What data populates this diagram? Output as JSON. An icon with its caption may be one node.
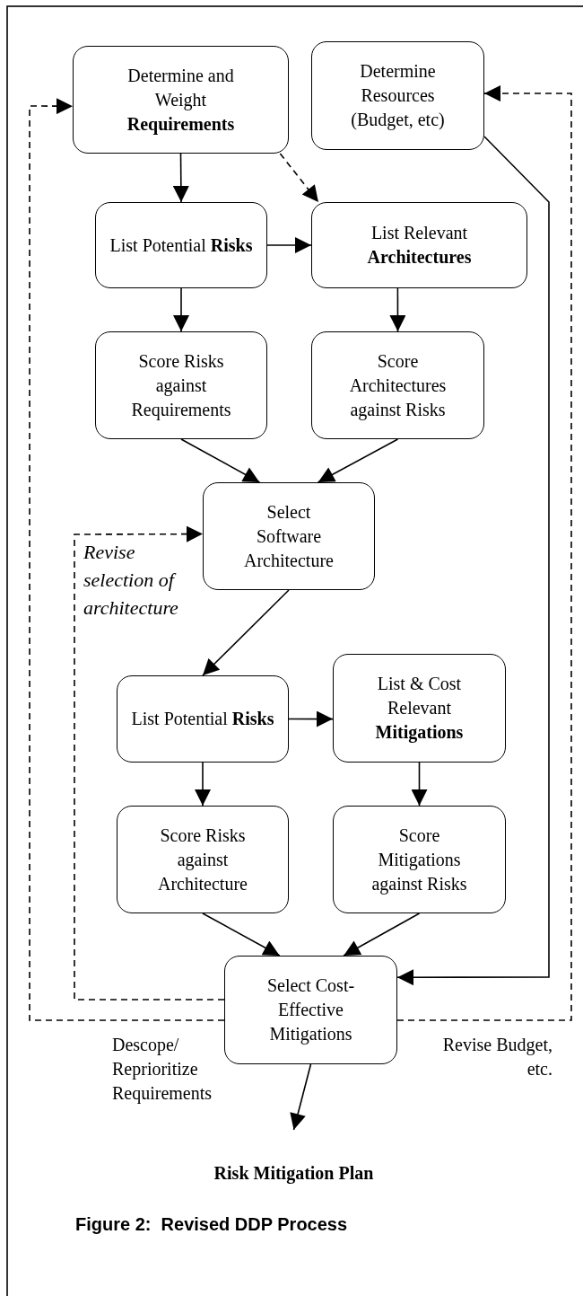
{
  "diagram": {
    "caption": "Figure 2:  Revised DDP Process",
    "nodes": [
      {
        "text": [
          "Determine and Weight **Requirements**"
        ]
      },
      {
        "text": [
          "Determine Resources (Budget, etc)"
        ]
      },
      {
        "text": [
          "List Potential **Risks**"
        ]
      },
      {
        "text": [
          "List Relevant **Architectures**"
        ]
      },
      {
        "text": [
          "Score Risks against Requirements"
        ]
      },
      {
        "text": [
          "Score Architectures against Risks"
        ]
      },
      {
        "text": [
          "Select Software Architecture"
        ]
      },
      {
        "text": [
          "List Potential **Risks**"
        ]
      },
      {
        "text": [
          "List & Cost Relevant **Mitigations**"
        ]
      },
      {
        "text": [
          "Score Risks against Architecture"
        ]
      },
      {
        "text": [
          "Score Mitigations against Risks"
        ]
      },
      {
        "text": [
          "Select Cost-Effective Mitigations"
        ]
      },
      {
        "text": [
          "Risk Mitigation Plan"
        ]
      }
    ],
    "edges": [
      {
        "from": 0,
        "to": 2,
        "arrow": "to"
      },
      {
        "from": 0,
        "to": 3,
        "arrow": "to",
        "style": "dashed"
      },
      {
        "from": 2,
        "to": 3,
        "arrow": "to"
      },
      {
        "from": 2,
        "to": 4,
        "arrow": "to"
      },
      {
        "from": 3,
        "to": 5,
        "arrow": "to"
      },
      {
        "from": 4,
        "to": 6,
        "arrow": "to"
      },
      {
        "from": 5,
        "to": 6,
        "arrow": "to"
      },
      {
        "from": 6,
        "to": 7,
        "arrow": "to"
      },
      {
        "from": 7,
        "to": 8,
        "arrow": "to"
      },
      {
        "from": 7,
        "to": 9,
        "arrow": "to"
      },
      {
        "from": 8,
        "to": 10,
        "arrow": "to"
      },
      {
        "from": 9,
        "to": 11,
        "arrow": "to"
      },
      {
        "from": 10,
        "to": 11,
        "arrow": "to"
      },
      {
        "from": 1,
        "to": 11,
        "arrow": "to"
      },
      {
        "from": 11,
        "to": 12,
        "arrow": "to"
      },
      {
        "from": 11,
        "to": 6,
        "arrow": "to",
        "style": "dashed",
        "label": "Revise selection of architecture"
      },
      {
        "from": 11,
        "to": 0,
        "arrow": "to",
        "style": "dashed",
        "label": "Descope/ Reprioritize Requirements"
      },
      {
        "from": 11,
        "to": 1,
        "arrow": "to",
        "style": "dashed",
        "label": "Revise Budget, etc."
      }
    ]
  }
}
